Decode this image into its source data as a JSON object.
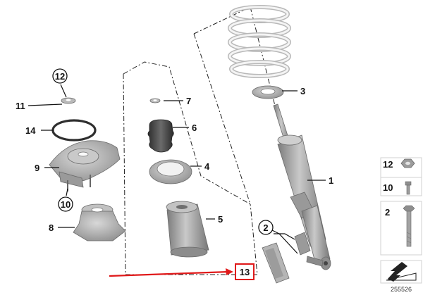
{
  "diagram": {
    "callouts": {
      "c1": "1",
      "c2": "2",
      "c3": "3",
      "c4": "4",
      "c5": "5",
      "c6": "6",
      "c7": "7",
      "c8": "8",
      "c9": "9",
      "c10": "10",
      "c11": "11",
      "c12": "12",
      "c13": "13",
      "c14": "14"
    },
    "legend": {
      "r12": "12",
      "r10": "10",
      "r2": "2"
    },
    "drawing_number": "255526",
    "colors": {
      "highlight": "#e0191a",
      "part_grey": "#a7a7a7",
      "part_dark": "#555555",
      "spring": "#ececec"
    }
  }
}
